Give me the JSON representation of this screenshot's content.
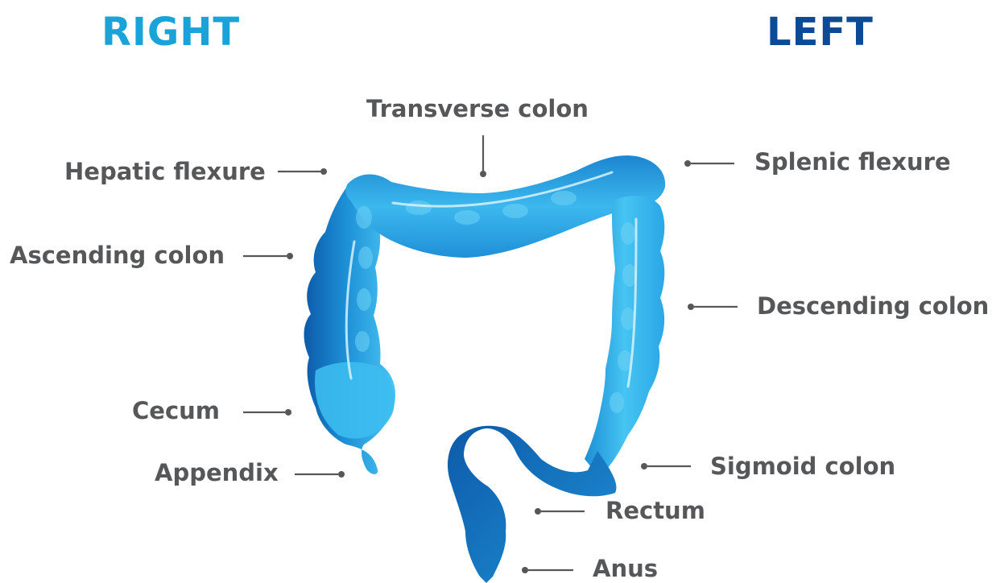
{
  "side_titles": {
    "right": "RIGHT",
    "left": "LEFT"
  },
  "labels": {
    "transverse_colon": "Transverse colon",
    "hepatic_flexure": "Hepatic flexure",
    "splenic_flexure": "Splenic flexure",
    "ascending_colon": "Ascending colon",
    "descending_colon": "Descending colon",
    "cecum": "Cecum",
    "appendix": "Appendix",
    "sigmoid_colon": "Sigmoid colon",
    "rectum": "Rectum",
    "anus": "Anus"
  },
  "colors": {
    "right_title": "#1aa3d8",
    "left_title": "#0b4a97",
    "colon_light": "#3cbdf0",
    "colon_mid": "#1c8fd6",
    "colon_dark": "#0d5aa8",
    "label_text": "#555759"
  }
}
